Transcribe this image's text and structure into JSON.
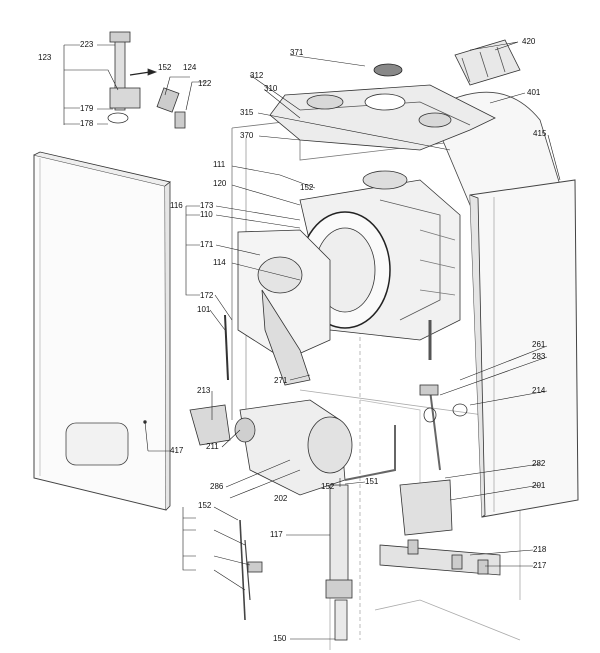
{
  "labels": {
    "l223": "223",
    "l123": "123",
    "l152a": "152",
    "l124": "124",
    "l122": "122",
    "l179": "179",
    "l178": "178",
    "l371": "371",
    "l420": "420",
    "l312": "312",
    "l310": "310",
    "l401": "401",
    "l315": "315",
    "l370": "370",
    "l415": "415",
    "l111": "111",
    "l152b": "152",
    "l120": "120",
    "l116": "116",
    "l173": "173",
    "l110": "110",
    "l171": "171",
    "l114": "114",
    "l172": "172",
    "l101": "101",
    "l261": "261",
    "l283": "283",
    "l271": "271",
    "l214": "214",
    "l213": "213",
    "l417": "417",
    "l211": "211",
    "l286": "286",
    "l202": "202",
    "l282": "282",
    "l152c": "152",
    "l151": "151",
    "l201": "201",
    "l152d": "152",
    "l117": "117",
    "l218": "218",
    "l217": "217",
    "l150": "150"
  }
}
